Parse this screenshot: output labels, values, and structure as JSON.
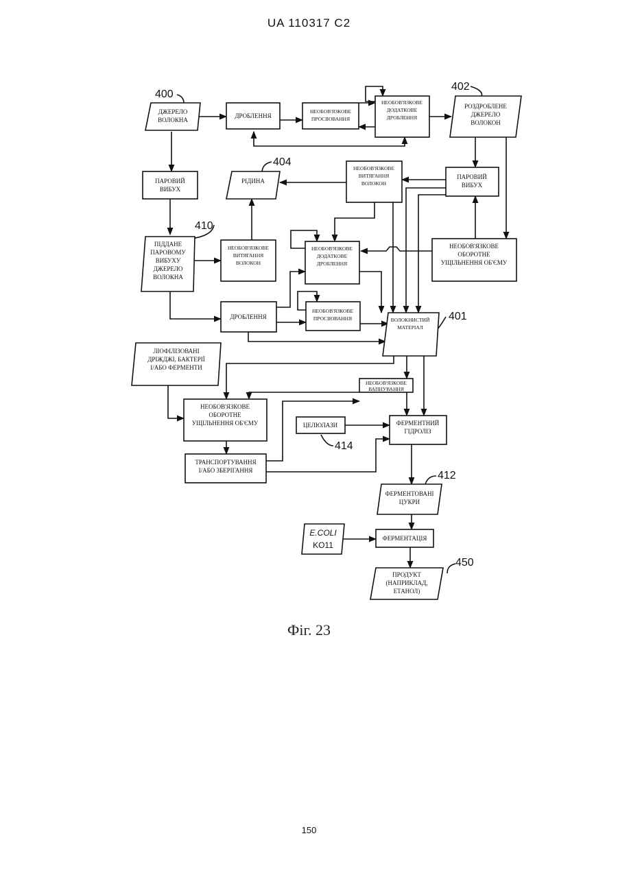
{
  "header": {
    "patent": "UA   110317   C2"
  },
  "figure": {
    "caption": "Фіг. 23"
  },
  "page_number": "150",
  "refs": {
    "r400": "400",
    "r402": "402",
    "r404": "404",
    "r410": "410",
    "r401": "401",
    "r414": "414",
    "r412": "412",
    "r450": "450"
  },
  "nodes": {
    "source": [
      "ДЖЕРЕЛО",
      "ВОЛОКНА"
    ],
    "milling1": [
      "ДРОБЛЕННЯ"
    ],
    "opt_screen1": [
      "НЕОБОВ'ЯЗКОВЕ",
      "ПРОСІЮВАННЯ"
    ],
    "opt_addmill1": [
      "НЕОБОВ'ЯЗКОВЕ",
      "ДОДАТКОВЕ",
      "ДРОБЛЕННЯ"
    ],
    "milled_source": [
      "РОЗДРОБЛЕНЕ",
      "ДЖЕРЕЛО",
      "ВОЛОКОН"
    ],
    "steam1": [
      "ПАРОВИЙ",
      "ВИБУХ"
    ],
    "liquid": [
      "РІДИНА"
    ],
    "opt_extract1": [
      "НЕОБОВ'ЯЗКОВЕ",
      "ВИТЯГАННЯ",
      "ВОЛОКОН"
    ],
    "steam2": [
      "ПАРОВИЙ",
      "ВИБУХ"
    ],
    "steamed_source": [
      "ПІДДАНЕ",
      "ПАРОВОМУ",
      "ВИБУХУ",
      "ДЖЕРЕЛО",
      "ВОЛОКНА"
    ],
    "opt_extract2": [
      "НЕОБОВ'ЯЗКОВЕ",
      "ВИТЯГАННЯ",
      "ВОЛОКОН"
    ],
    "opt_addmill2": [
      "НЕОБОВ'ЯЗКОВЕ",
      "ДОДАТКОВЕ",
      "ДРОБЛЕННЯ"
    ],
    "opt_densify1": [
      "НЕОБОВ'ЯЗКОВЕ",
      "ОБОРОТНЕ",
      "УЩІЛЬНЕННЯ ОБ'ЄМУ"
    ],
    "milling2": [
      "ДРОБЛЕННЯ"
    ],
    "opt_screen2": [
      "НЕОБОВ'ЯЗКОВЕ",
      "ПРОСІЮВАННЯ"
    ],
    "fibrous": [
      "ВОЛОКНИСТИЙ",
      "МАТЕРІАЛ"
    ],
    "lyophilized": [
      "ЛІОФІЛІЗОВАНІ",
      "ДРІЖДЖІ, БАКТЕРІЇ",
      "І/АБО ФЕРМЕНТИ"
    ],
    "opt_liming": [
      "НЕОБОВ'ЯЗКОВЕ",
      "ВАПНУВАННЯ"
    ],
    "opt_densify2": [
      "НЕОБОВ'ЯЗКОВЕ",
      "ОБОРОТНЕ",
      "УЩІЛЬНЕННЯ ОБ'ЄМУ"
    ],
    "cellulases": [
      "ЦЕЛЮЛАЗИ"
    ],
    "hydrolysis": [
      "ФЕРМЕНТНИЙ",
      "ГІДРОЛІЗ"
    ],
    "transport": [
      "ТРАНСПОРТУВАННЯ",
      "І/АБО ЗБЕРІГАННЯ"
    ],
    "sugars": [
      "ФЕРМЕНТОВАНІ",
      "ЦУКРИ"
    ],
    "ecoli": [
      "E.COLI",
      "KO11"
    ],
    "fermentation": [
      "ФЕРМЕНТАЦІЯ"
    ],
    "product": [
      "ПРОДУКТ",
      "(НАПРИКЛАД,",
      "ЕТАНОЛ)"
    ]
  }
}
